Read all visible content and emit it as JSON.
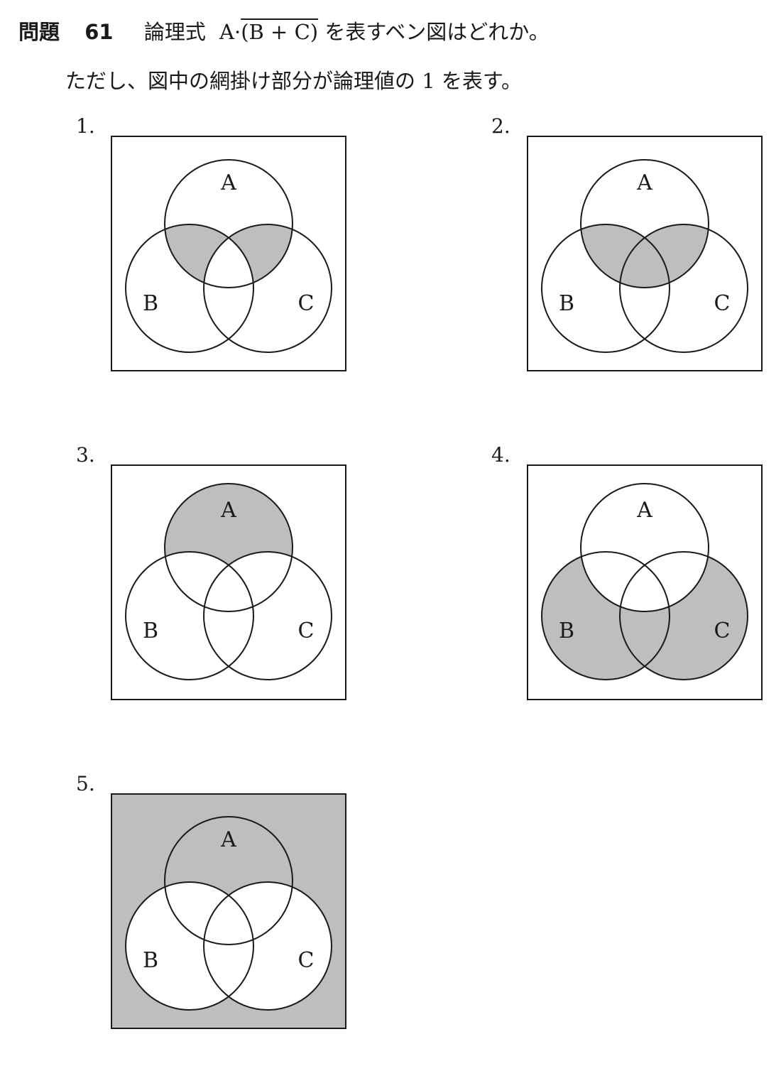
{
  "question": {
    "label": "問題",
    "number": "61",
    "text_before": "論理式",
    "formula_a": "A·",
    "formula_negated": "(B + C)",
    "text_after": "を表すベン図はどれか。",
    "note": "ただし、図中の網掛け部分が論理値の 1 を表す。"
  },
  "colors": {
    "shade": "#bcbebf",
    "line": "#1a1a1a",
    "background": "#ffffff"
  },
  "options": [
    {
      "label": "1.",
      "circle_labels": [
        "A",
        "B",
        "C"
      ],
      "shaded_regions": "A∩(B xor C)"
    },
    {
      "label": "2.",
      "circle_labels": [
        "A",
        "B",
        "C"
      ],
      "shaded_regions": "A∩(B∪C)"
    },
    {
      "label": "3.",
      "circle_labels": [
        "A",
        "B",
        "C"
      ],
      "shaded_regions": "A∩¬B∩¬C"
    },
    {
      "label": "4.",
      "circle_labels": [
        "A",
        "B",
        "C"
      ],
      "shaded_regions": "¬A∩(B∪C)"
    },
    {
      "label": "5.",
      "circle_labels": [
        "A",
        "B",
        "C"
      ],
      "shaded_regions": "¬(B∪C)"
    }
  ]
}
